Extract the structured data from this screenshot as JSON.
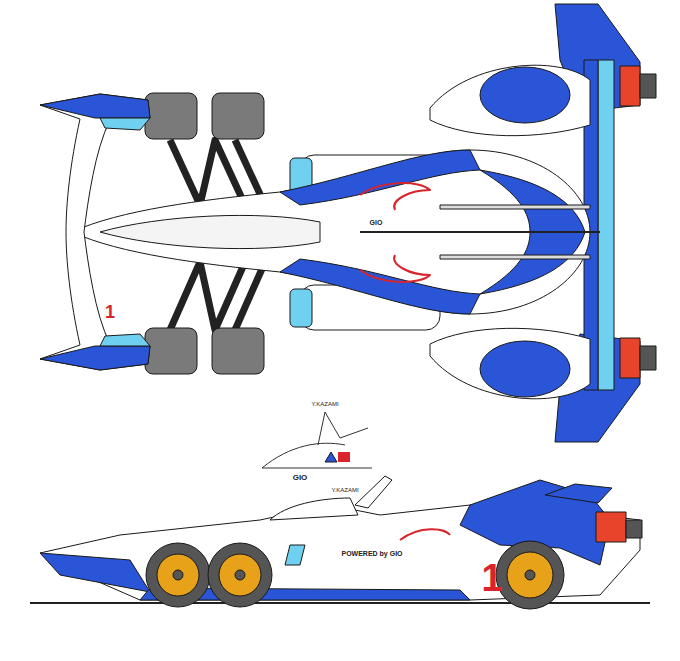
{
  "diagram": {
    "labels": [
      "1",
      "GIO",
      "Y.KAZAMI",
      "GIO",
      "Y.KAZAMI",
      "POWERED by GIO",
      "1"
    ]
  }
}
